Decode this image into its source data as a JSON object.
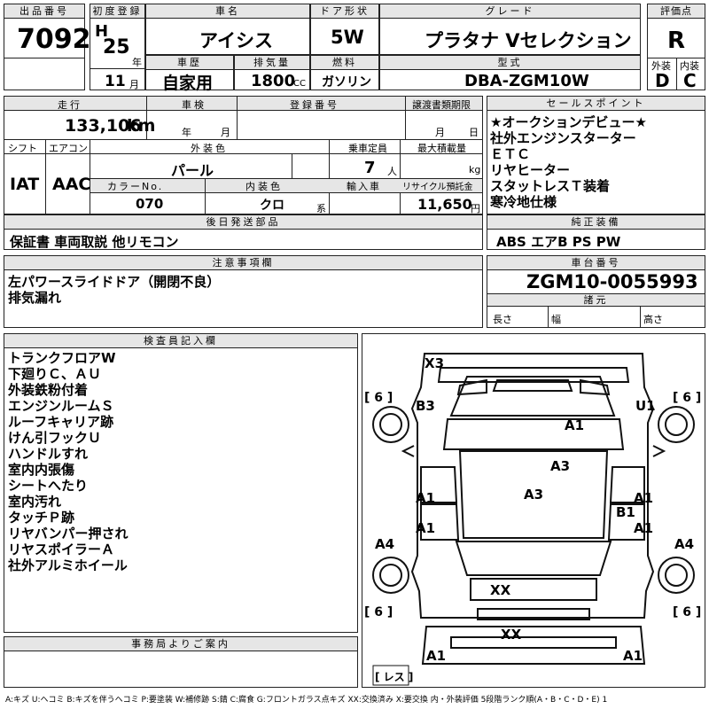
{
  "top": {
    "lot_label": "出品番号",
    "lot": "7092",
    "first_reg_label": "初度登録",
    "era": "H",
    "year": "25",
    "year_unit": "年",
    "month": "11",
    "month_unit": "月",
    "car_name_label": "車名",
    "car_name": "アイシス",
    "door_label": "ドア形状",
    "door": "5W",
    "grade_label": "グレード",
    "grade": "プラタナ Vセレクション",
    "score_label": "評価点",
    "score": "R",
    "history_label": "車歴",
    "history": "自家用",
    "displacement_label": "排気量",
    "displacement": "1800",
    "cc": "CC",
    "fuel_label": "燃料",
    "fuel": "ガソリン",
    "model_label": "型式",
    "model": "DBA-ZGM10W",
    "ext_label": "外装",
    "ext": "D",
    "int_label": "内装",
    "int": "C"
  },
  "row2": {
    "mileage_label": "走行",
    "mileage": "133,106",
    "km": "km",
    "inspection_label": "車検",
    "insp_year": "年",
    "insp_month": "月",
    "reg_no_label": "登録番号",
    "transfer_label": "譲渡書類期限",
    "transfer_month": "月",
    "transfer_day": "日",
    "shift_label": "シフト",
    "shift": "IAT",
    "ac_label": "エアコン",
    "ac": "AAC",
    "color_label": "外装色",
    "color": "パール",
    "capacity_label": "乗車定員",
    "capacity": "7",
    "capacity_unit": "人",
    "load_label": "最大積載量",
    "load_unit": "kg",
    "color_no_label": "カラーNo.",
    "color_no": "070",
    "int_color_label": "内装色",
    "int_color": "クロ",
    "int_color_unit": "系",
    "import_label": "輸入車",
    "recycle_label": "リサイクル預託金",
    "recycle": "11,650",
    "recycle_unit": "円"
  },
  "selling_points": {
    "label": "セールスポイント",
    "items": [
      "★オークションデビュー★",
      "社外エンジンスターター",
      "ＥＴＣ",
      "リヤヒーター",
      "スタットレスＴ装着",
      "寒冷地仕様"
    ]
  },
  "accessories": {
    "label": "後日発送部品",
    "value": "保証書 車両取説 他リモコン"
  },
  "equipment": {
    "label": "純正装備",
    "value": "ABS エアB PS PW"
  },
  "notes": {
    "label": "注意事項欄",
    "lines": [
      "左パワースライドドア（開閉不良）",
      "排気漏れ"
    ]
  },
  "chassis": {
    "label": "車台番号",
    "value": "ZGM10-0055993"
  },
  "dims": {
    "label": "諸元",
    "length": "長さ",
    "width": "幅",
    "height": "高さ"
  },
  "inspector": {
    "label": "検査員記入欄",
    "items": [
      "トランクフロアW",
      "下廻りＣ、ＡＵ",
      "外装鉄粉付着",
      "エンジンルームＳ",
      "ルーフキャリア跡",
      "けん引フックＵ",
      "ハンドルすれ",
      "室内内張傷",
      "シートへたり",
      "室内汚れ",
      "タッチＰ跡",
      "リヤバンパー押され",
      "リヤスポイラーＡ",
      "社外アルミホイール"
    ]
  },
  "diagram": {
    "marks": [
      "X3",
      "B3",
      "U1",
      "A1",
      "A3",
      "A3",
      "A1",
      "A1",
      "B1",
      "A1",
      "A1",
      "A4",
      "A4",
      "XX",
      "XX",
      "A1",
      "A1"
    ],
    "tire_marks": [
      "[ 6 ]",
      "[ 6 ]",
      "[ 6 ]",
      "[ 6 ]"
    ],
    "spare": "[ レス ]"
  },
  "office": {
    "label": "事務局よりご案内"
  },
  "legend": "A:キズ U:ヘコミ B:キズを伴うヘコミ P:要塗装 W:補修跡 S:錆 C:腐食 G:フロントガラス点キズ XX:交換済み X:要交換 内・外装評価 5段階ランク順(A・B・C・D・E) 1"
}
